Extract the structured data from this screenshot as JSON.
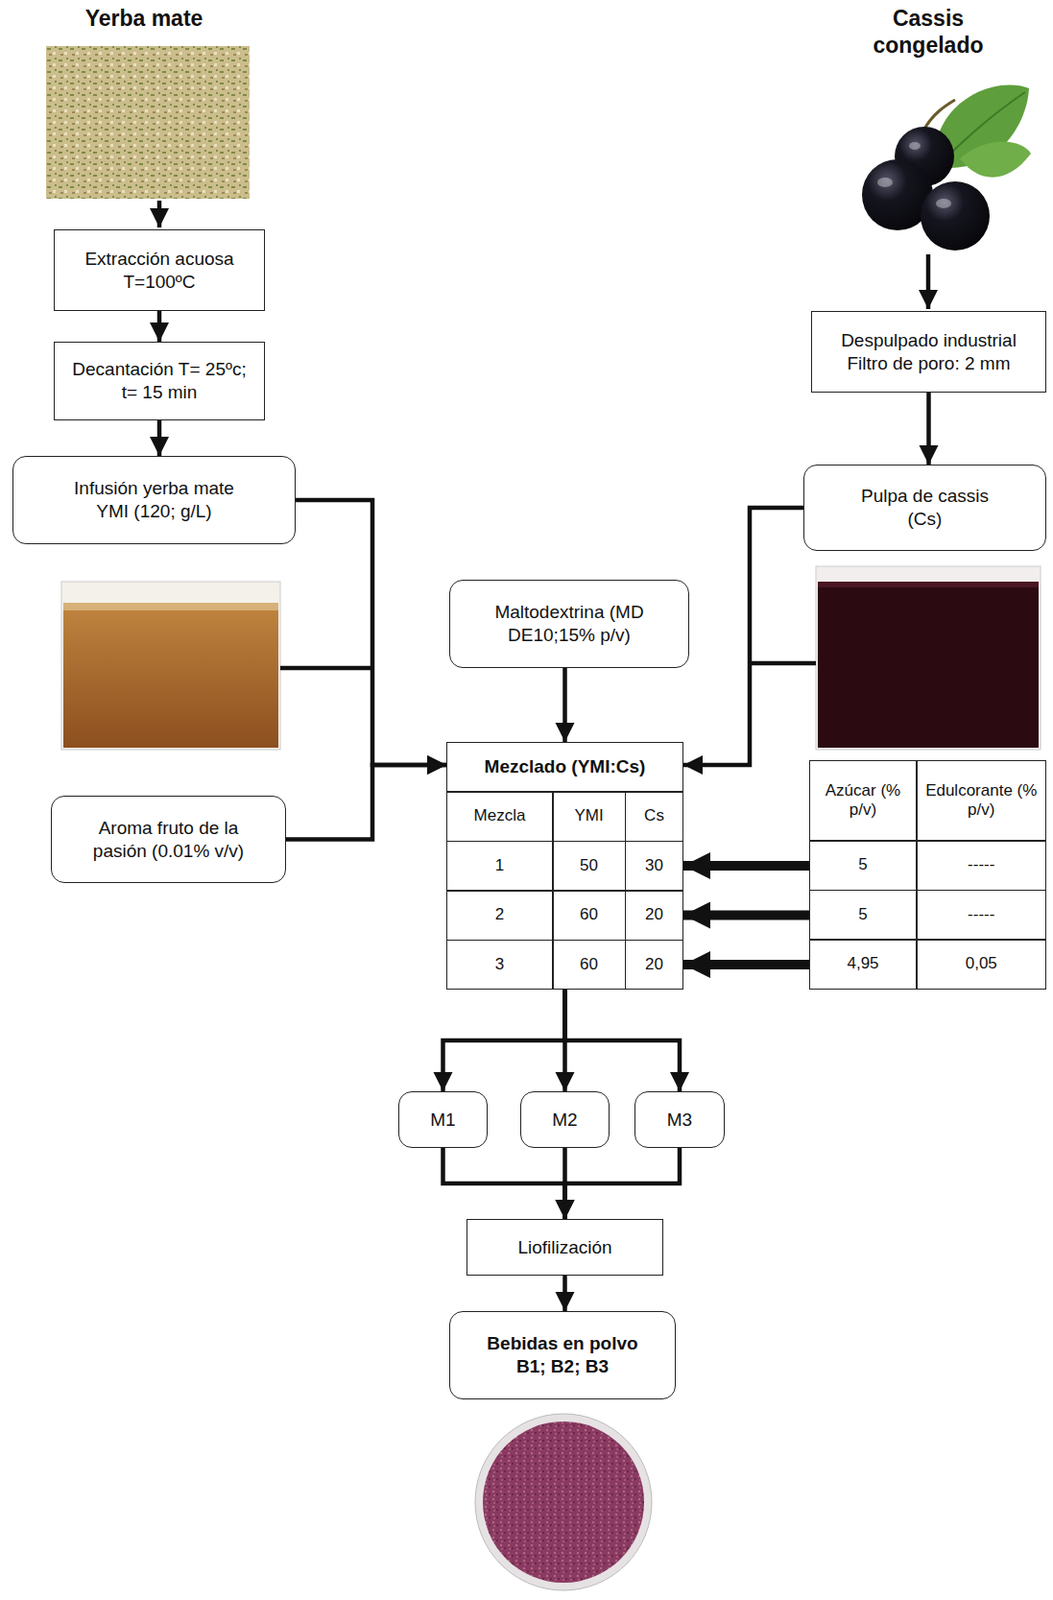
{
  "diagram": {
    "nodes": [
      {
        "text": [
          "Extracción acuosa T=100ºC"
        ]
      },
      {
        "text": [
          "Decantación T= 25ºc; t= 15 min"
        ]
      },
      {
        "text": [
          "Infusión yerba mate YMI (120; g/L)"
        ]
      },
      {
        "text": [
          "Despulpado industrial Filtro de poro: 2 mm"
        ]
      },
      {
        "text": [
          "Pulpa de cassis (Cs)"
        ]
      },
      {
        "text": [
          "Maltodextrina (MD DE10;15% p/v)"
        ]
      },
      {
        "text": [
          "Aroma fruto de la pasión (0.01% v/v)"
        ]
      },
      {
        "text": [
          "Mezclado (YMI:Cs)",
          "Mezcla",
          "YMI",
          "Cs",
          "1",
          "50",
          "30",
          "2",
          "60",
          "20",
          "3",
          "60",
          "20"
        ]
      },
      {
        "text": [
          "Azúcar (% p/v)",
          "Edulcorante (% p/v)",
          "5",
          "-----",
          "5",
          "-----",
          "4,95",
          "0,05"
        ]
      },
      {
        "text": [
          "M1"
        ]
      },
      {
        "text": [
          "M2"
        ]
      },
      {
        "text": [
          "M3"
        ]
      },
      {
        "text": [
          "Liofilización"
        ]
      },
      {
        "text": [
          "Bebidas en polvo B1; B2; B3"
        ]
      }
    ],
    "edges": [
      {
        "from": 0,
        "to": 1,
        "arrow": "to"
      },
      {
        "from": 1,
        "to": 2,
        "arrow": "to"
      },
      {
        "from": 3,
        "to": 4,
        "arrow": "to"
      },
      {
        "from": 2,
        "to": 7,
        "arrow": "to"
      },
      {
        "from": 6,
        "to": 7,
        "arrow": "to"
      },
      {
        "from": 5,
        "to": 7,
        "arrow": "to"
      },
      {
        "from": 4,
        "to": 7,
        "arrow": "to"
      },
      {
        "from": 8,
        "to": 7,
        "arrow": "to"
      },
      {
        "from": 8,
        "to": 7,
        "arrow": "to"
      },
      {
        "from": 8,
        "to": 7,
        "arrow": "to"
      },
      {
        "from": 7,
        "to": 9,
        "arrow": "to"
      },
      {
        "from": 7,
        "to": 10,
        "arrow": "to"
      },
      {
        "from": 7,
        "to": 11,
        "arrow": "to"
      },
      {
        "from": 9,
        "to": 12,
        "arrow": "to"
      },
      {
        "from": 10,
        "to": 12,
        "arrow": "to"
      },
      {
        "from": 11,
        "to": 12,
        "arrow": "to"
      },
      {
        "from": 12,
        "to": 13,
        "arrow": "to"
      }
    ],
    "labels": [
      "Yerba mate",
      "Cassis congelado"
    ]
  }
}
